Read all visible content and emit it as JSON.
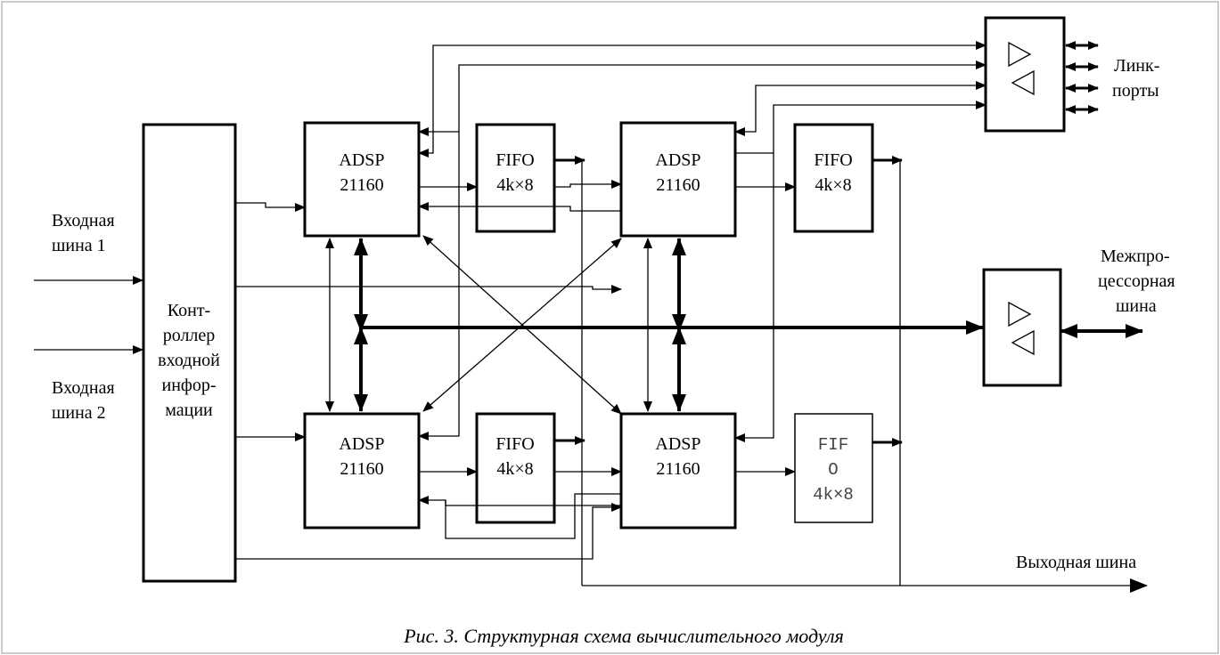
{
  "inputs": {
    "bus1": [
      "Входная",
      "шина 1"
    ],
    "bus2": [
      "Входная",
      "шина 2"
    ]
  },
  "controller": [
    "Конт-",
    "роллер",
    "входной",
    "инфор-",
    "мации"
  ],
  "dsp": {
    "tl": [
      "ADSP",
      "21160"
    ],
    "tr": [
      "ADSP",
      "21160"
    ],
    "bl": [
      "ADSP",
      "21160"
    ],
    "br": [
      "ADSP",
      "21160"
    ]
  },
  "fifo": {
    "tl": [
      "FIFO",
      "4k×8"
    ],
    "tr": [
      "FIFO",
      "4k×8"
    ],
    "bl": [
      "FIFO",
      "4k×8"
    ],
    "br": [
      "FIF",
      "O",
      "4k×8"
    ]
  },
  "link_ports": [
    "Линк-",
    "порты"
  ],
  "interproc_bus": [
    "Межпро-",
    "цессорная",
    "шина"
  ],
  "output_bus": "Выходная шина",
  "caption": "Рис. 3. Структурная схема вычислительного модуля"
}
